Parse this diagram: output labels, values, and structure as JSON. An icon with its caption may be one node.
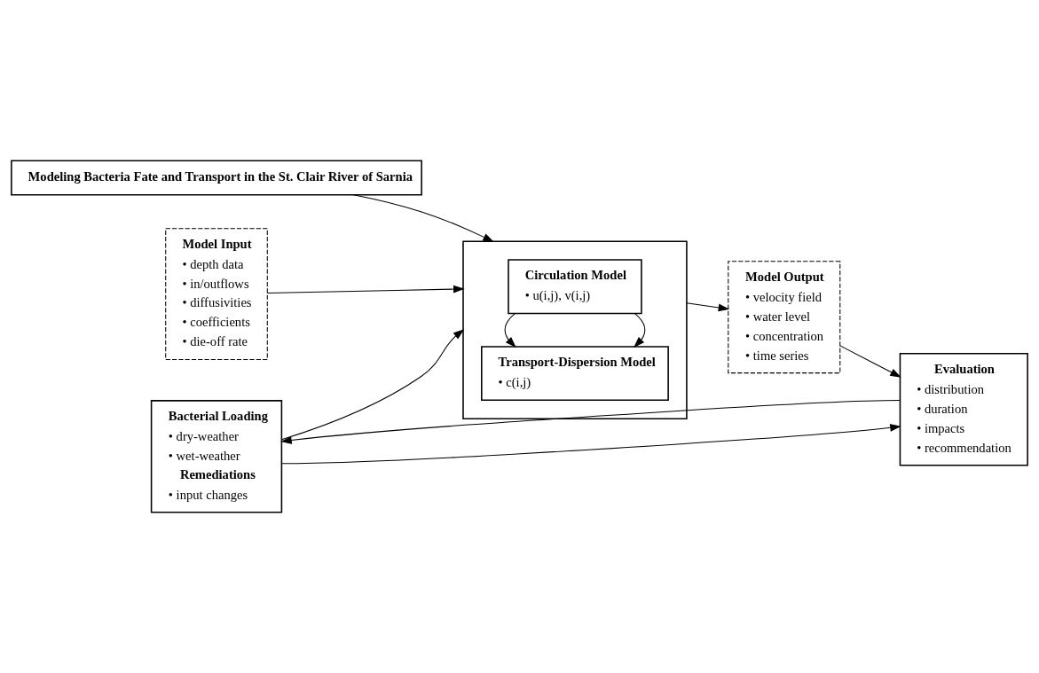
{
  "diagram": {
    "nodes": [
      {
        "text": [
          "Modeling Bacteria Fate and Transport in the St. Clair River of Sarnia"
        ]
      },
      {
        "text": [
          "Model Input",
          "• depth data",
          "• in/outflows",
          "• diffusivities",
          "• coefficients",
          "• die-off rate"
        ]
      },
      {
        "text": [],
        "shape": "box"
      },
      {
        "text": [
          "Circulation Model",
          "• u(i,j), v(i,j)"
        ],
        "in": 2
      },
      {
        "text": [
          "Transport-Dispersion Model",
          "• c(i,j)"
        ],
        "in": 2
      },
      {
        "text": [
          "Model Output",
          "• velocity field",
          "• water level",
          "• concentration",
          "• time series"
        ]
      },
      {
        "text": [
          "Bacterial Loading",
          "• dry-weather",
          "• wet-weather",
          "Remediations",
          "• input changes"
        ]
      },
      {
        "text": [
          "Evaluation",
          "• distribution",
          "• duration",
          "• impacts",
          "• recommendation"
        ]
      }
    ],
    "edges": [
      {
        "from": 0,
        "to": 2,
        "arrow": "to"
      },
      {
        "from": 1,
        "to": 2,
        "arrow": "to"
      },
      {
        "from": 3,
        "to": 4,
        "arrow": "to"
      },
      {
        "from": 3,
        "to": 4,
        "arrow": "to"
      },
      {
        "from": 6,
        "to": 2,
        "arrow": "to"
      },
      {
        "from": 2,
        "to": 5,
        "arrow": "to"
      },
      {
        "from": 5,
        "to": 7,
        "arrow": "to"
      },
      {
        "from": 6,
        "to": 7,
        "arrow": "to"
      },
      {
        "from": 7,
        "to": 6,
        "arrow": "to"
      }
    ]
  }
}
